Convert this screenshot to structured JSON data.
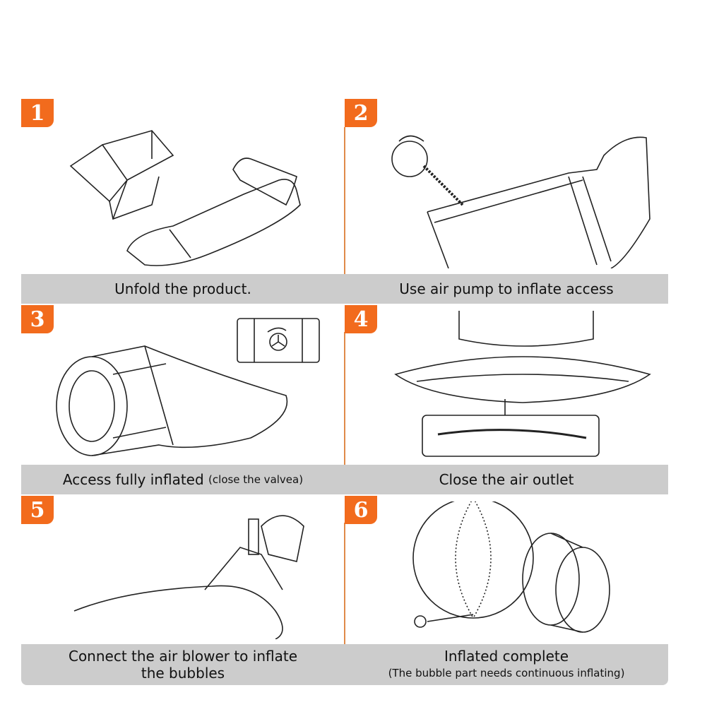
{
  "steps": [
    {
      "number": "1",
      "caption": "Unfold the product."
    },
    {
      "number": "2",
      "caption": "Use air pump to inflate access"
    },
    {
      "number": "3",
      "caption": "Access fully inflated",
      "note": "(close the valvea)"
    },
    {
      "number": "4",
      "caption": "Close the air outlet"
    },
    {
      "number": "5",
      "caption": "Connect the air blower to inflate",
      "caption2": "the bubbles"
    },
    {
      "number": "6",
      "caption": "Inflated complete",
      "note": "(The bubble part needs continuous inflating)"
    }
  ],
  "colors": {
    "accent": "#f26b1d",
    "caption_bar": "#cccccc"
  }
}
